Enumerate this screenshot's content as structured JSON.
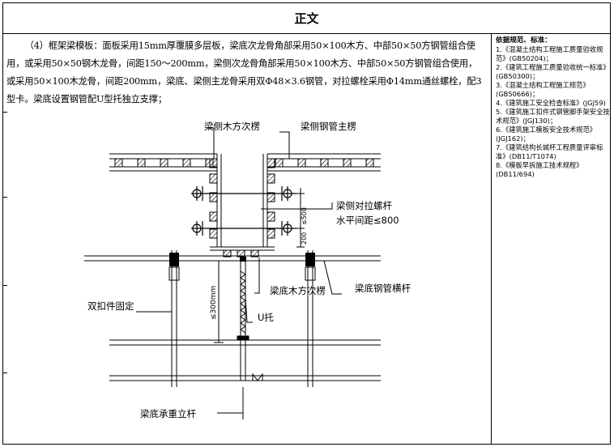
{
  "header": {
    "title": "正文"
  },
  "body": {
    "paragraph": "（4）框架梁模板：面板采用15mm厚覆膜多层板，梁底次龙骨角部采用50×100木方、中部50×50方钢管组合使用，或采用50×50钢木龙骨，间距150～200mm，梁侧次龙骨角部采用50×100木方、中部50×50方钢管组合使用，或采用50×100木龙骨，间距200mm，梁底、梁侧主龙骨采用双Φ48×3.6钢管，对拉螺栓采用Φ14mm通丝螺栓，配3型卡。梁底设置钢管配U型托独立支撑；"
  },
  "references": {
    "heading": "依据规范、标准：",
    "items": [
      "1.《混凝土结构工程施工质量验收规范》(GB50204)；",
      "2.《建筑工程施工质量验收统一标准》(GB50300)；",
      "3.《混凝土结构工程施工规范》(GB50666)；",
      "4.《建筑施工安全检查标准》(JGJ59)",
      "5.《建筑施工扣件式钢管脚手架安全技术规范》(JGJ130)；",
      "6.《建筑施工模板安全技术规范》(JGJ162)；",
      "7.《建筑结构长城杯工程质量评审标准》(DB11/T1074)",
      "8.《模板早拆施工技术规程》(DB11/694)"
    ]
  },
  "diagram": {
    "labels": {
      "side_wood": "梁侧木方次楞",
      "side_steel": "梁侧钢管主楞",
      "bolt": "梁侧对拉螺杆",
      "bolt_spacing": "水平间距≤800",
      "dim_500": "≤500",
      "dim_200": "200",
      "double_clamp": "双扣件固定",
      "bottom_wood": "梁底木方次楞",
      "bottom_steel": "梁底钢管横杆",
      "u_support": "U托",
      "dim_300": "≤300mm",
      "post": "梁底承重立杆"
    }
  }
}
